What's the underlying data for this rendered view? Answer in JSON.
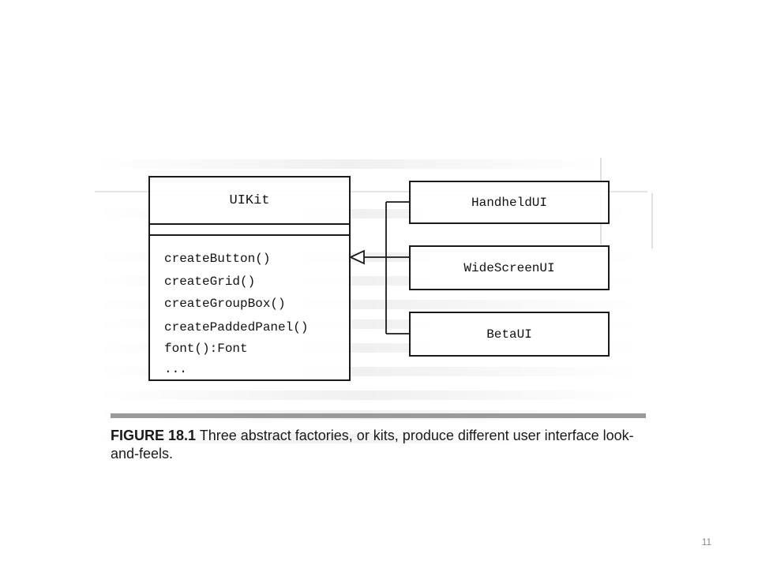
{
  "diagram": {
    "superclass": {
      "name": "UIKit",
      "operations": [
        "createButton()",
        "createGrid()",
        "createGroupBox()",
        "createPaddedPanel()",
        "font():Font",
        "..."
      ]
    },
    "subclasses": [
      "HandheldUI",
      "WideScreenUI",
      "BetaUI"
    ]
  },
  "caption": {
    "label": "FIGURE 18.1",
    "text": " Three abstract factories, or kits, produce different user interface look-and-feels."
  },
  "page_number": "11"
}
